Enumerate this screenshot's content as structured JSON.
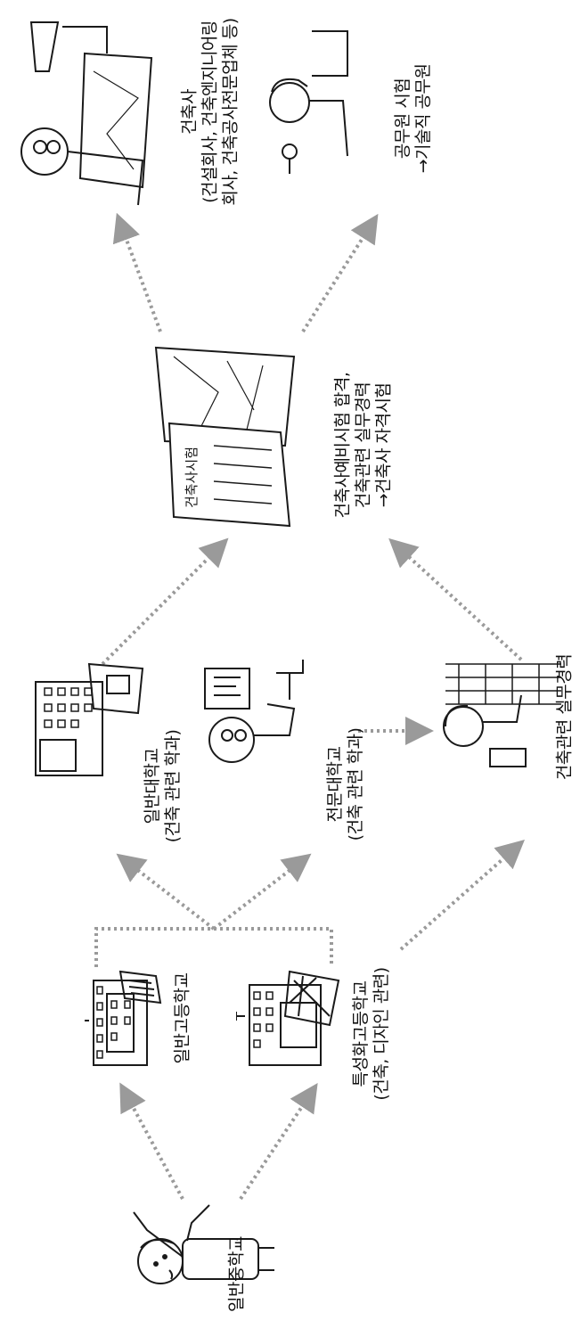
{
  "nodes": {
    "middle_school": {
      "lines": [
        "일반중학교"
      ]
    },
    "general_high": {
      "lines": [
        "일반고등학교"
      ]
    },
    "special_high": {
      "lines": [
        "특성화고등학교",
        "(건축, 디자인 관련)"
      ]
    },
    "university": {
      "lines": [
        "일반대학교",
        "(건축 관련 학과)"
      ]
    },
    "college": {
      "lines": [
        "전문대학교",
        "(건축 관련 학과)"
      ]
    },
    "work_experience": {
      "lines": [
        "건축관련 실무경력"
      ]
    },
    "exam": {
      "lines": [
        "건축사예비시험 합격,",
        "건축관련 실무경력",
        "→건축사 자격시험"
      ]
    },
    "architect": {
      "lines": [
        "건축사",
        "(건설회사, 건축엔지니어링",
        "회사, 건축공사전문업체 등)"
      ]
    },
    "public_servant": {
      "lines": [
        "공무원 시험",
        "→기술직 공무원"
      ]
    }
  },
  "illustrations": {
    "exam_paper_text": "건축사시험"
  },
  "colors": {
    "arrow": "#9a9a9a",
    "ink": "#1a1a1a"
  }
}
